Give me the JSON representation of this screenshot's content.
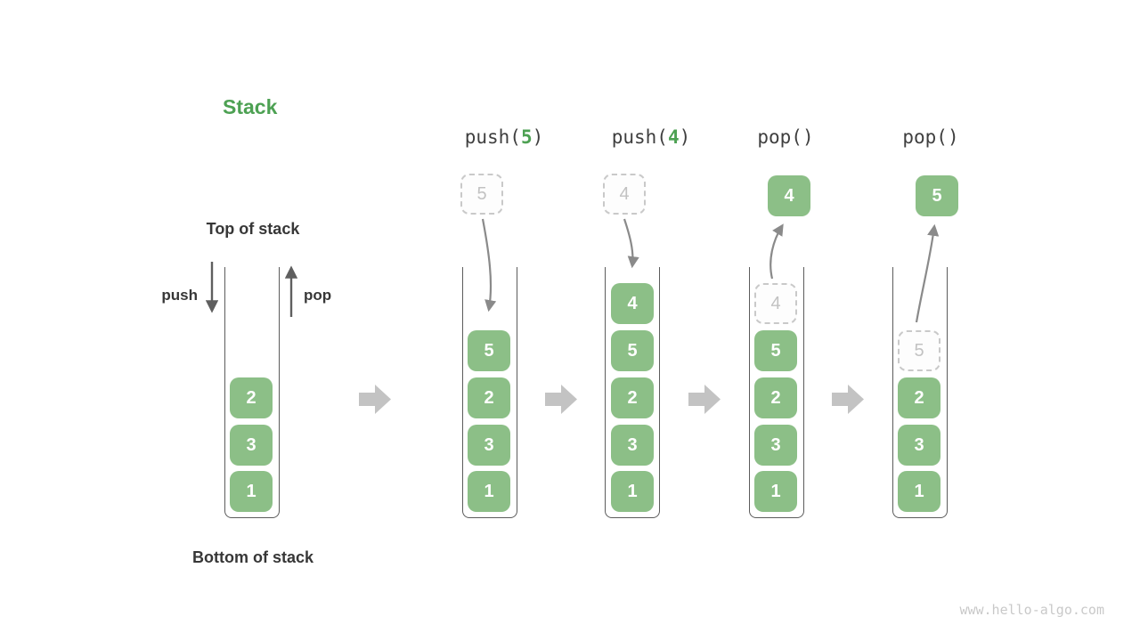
{
  "diagram": {
    "title": "Stack",
    "watermark": "www.hello-algo.com",
    "labels": {
      "top": "Top of stack",
      "bottom": "Bottom of stack",
      "push": "push",
      "pop": "pop"
    },
    "base_stack": {
      "items": [
        "2",
        "3",
        "1"
      ]
    },
    "operations": [
      {
        "call": {
          "prefix": "push(",
          "arg": "5",
          "suffix": ")"
        },
        "incoming": "5",
        "stack": [
          "5",
          "2",
          "3",
          "1"
        ]
      },
      {
        "call": {
          "prefix": "push(",
          "arg": "4",
          "suffix": ")"
        },
        "incoming": "4",
        "stack": [
          "4",
          "5",
          "2",
          "3",
          "1"
        ]
      },
      {
        "call": {
          "prefix": "pop(",
          "arg": "",
          "suffix": ")"
        },
        "outgoing": "4",
        "ghost_index": 0,
        "stack": [
          "4",
          "5",
          "2",
          "3",
          "1"
        ]
      },
      {
        "call": {
          "prefix": "pop(",
          "arg": "",
          "suffix": ")"
        },
        "outgoing": "5",
        "ghost_index": 0,
        "stack": [
          "5",
          "2",
          "3",
          "1"
        ]
      }
    ],
    "colors": {
      "box_green": "#8cbf87",
      "accent_green": "#4da153",
      "text_dark": "#373737",
      "flow_arrow_gray": "#8a8a8a",
      "step_arrow_gray": "#c3c3c3",
      "ghost_border": "#c9c9c9",
      "ghost_text": "#c2c2c2"
    }
  }
}
